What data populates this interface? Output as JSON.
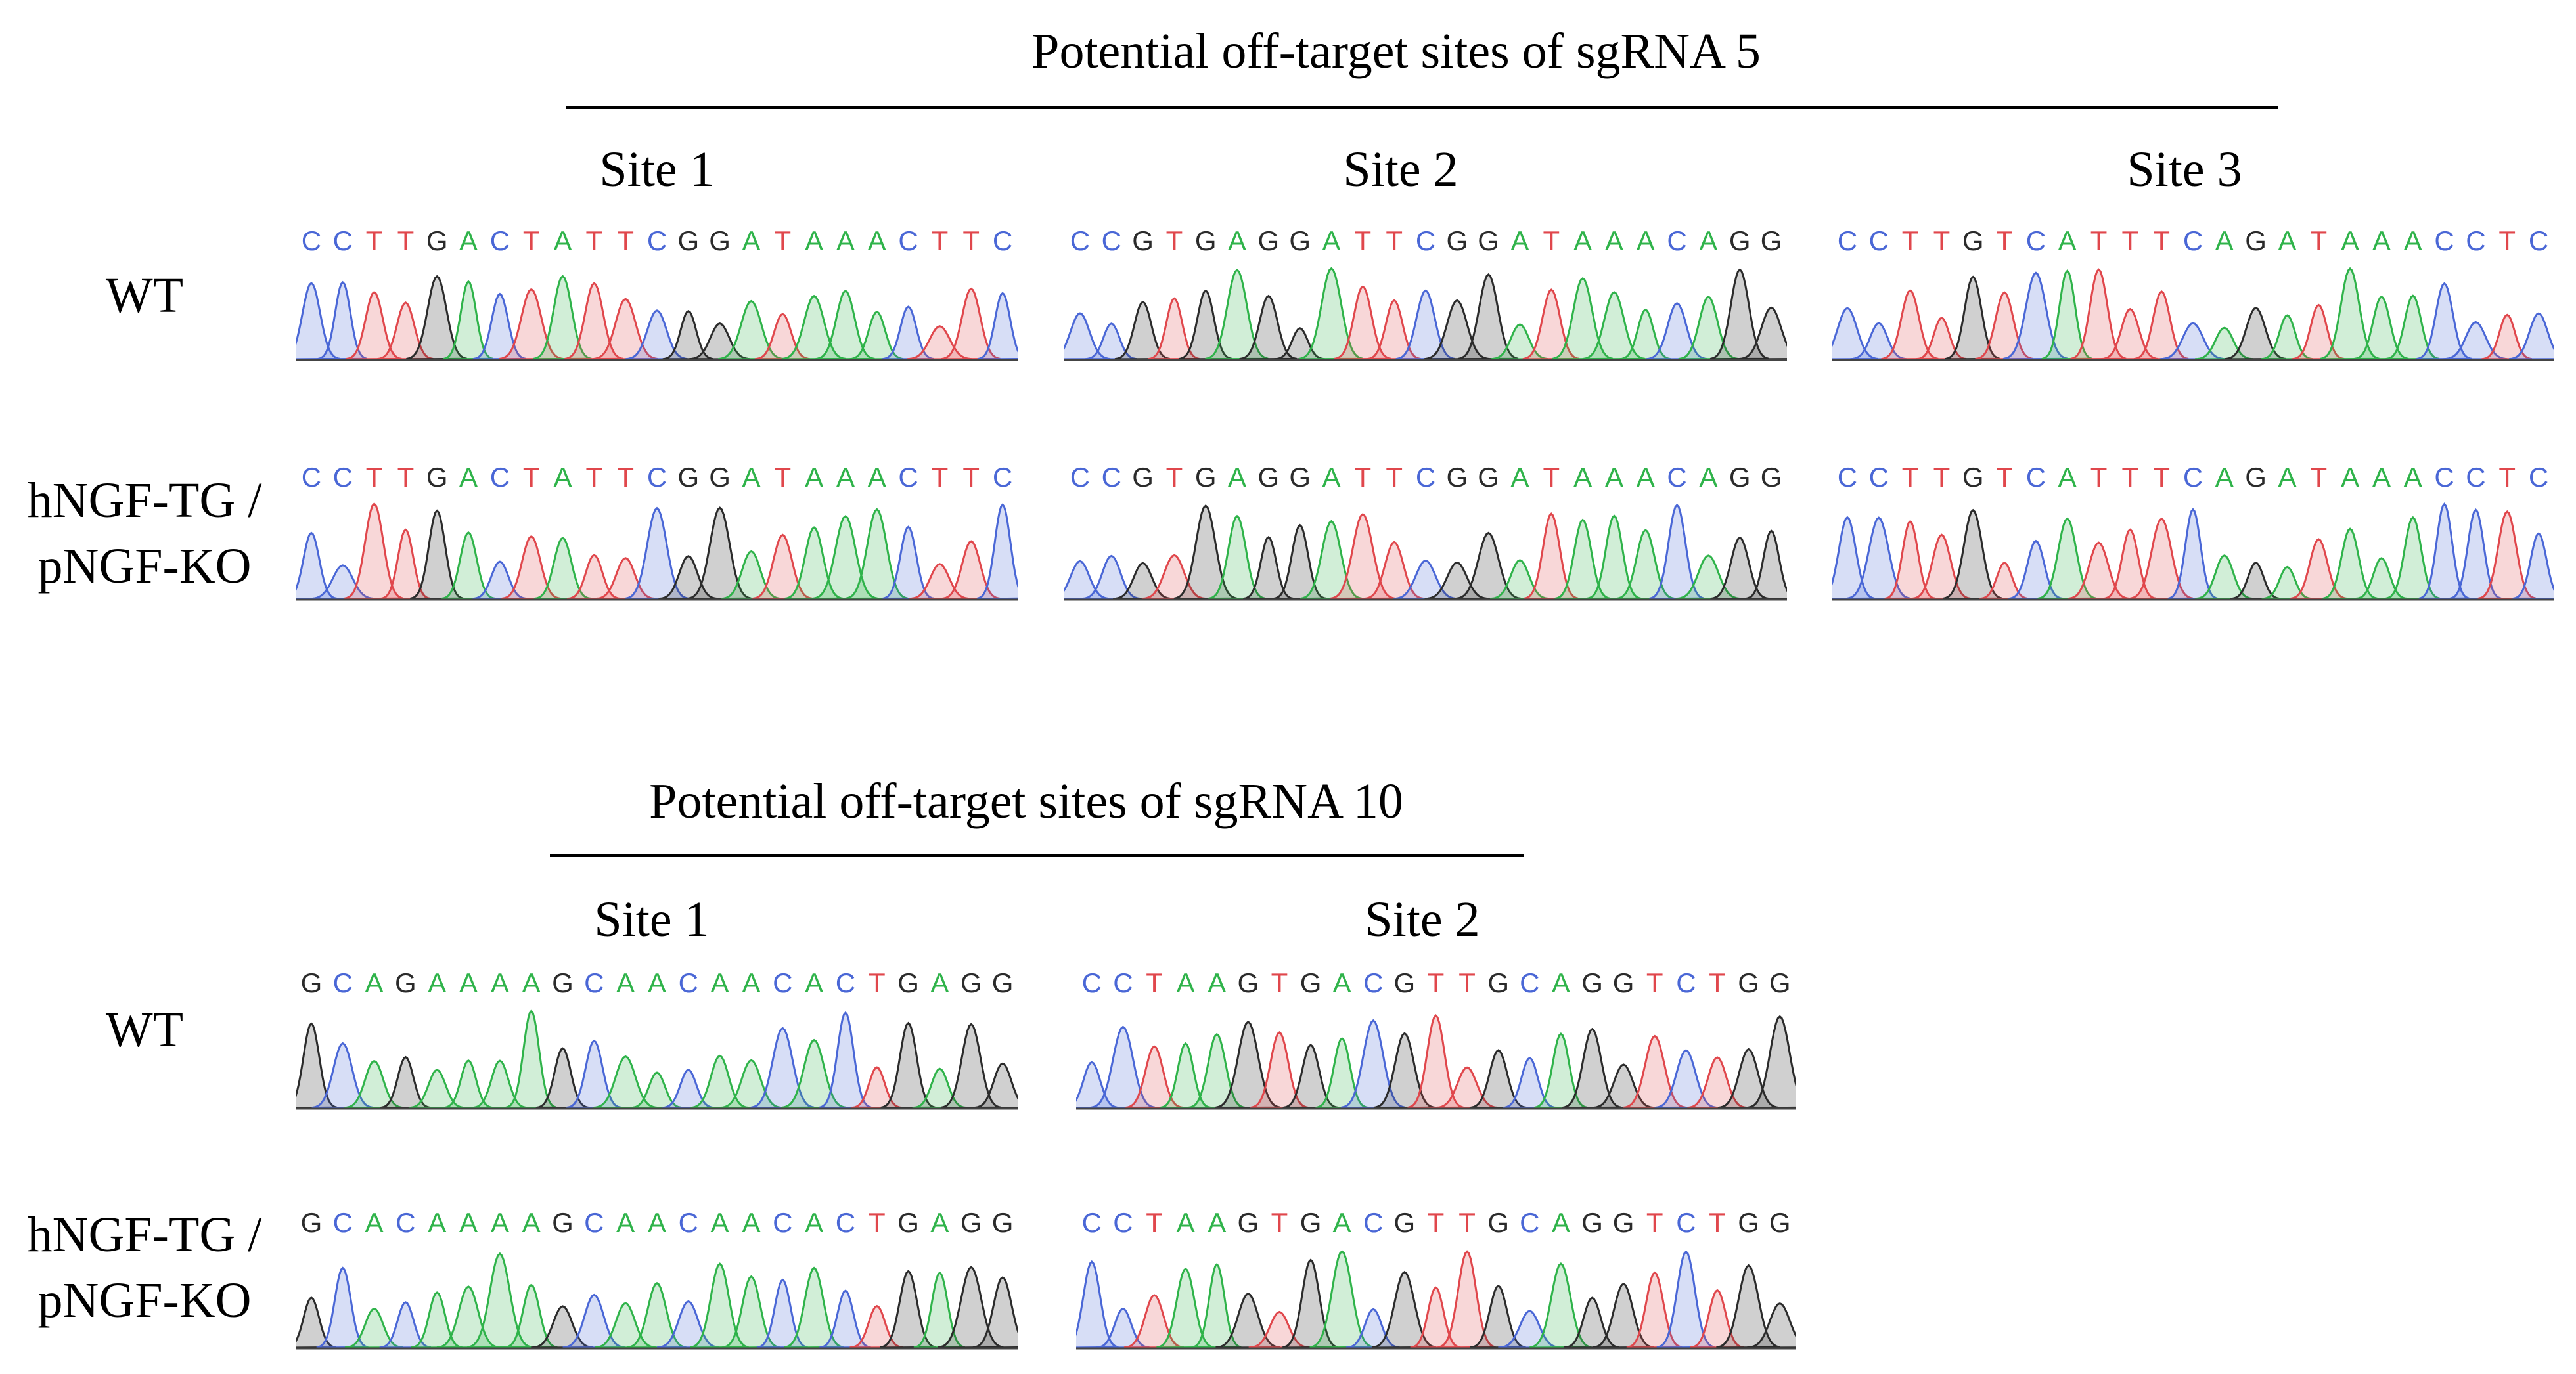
{
  "sections": [
    {
      "title": "Potential off-target sites of sgRNA 5",
      "sites": [
        {
          "label": "Site 1",
          "wt": "CCTTGACTATTCGGATAAACTTC",
          "tg": "CCTTGACTATTCGGATAAACTTC"
        },
        {
          "label": "Site 2",
          "wt": "CCGTGAGGATTCGGATAAACAGG",
          "tg": "CCGTGAGGATTCGGATAAACAGG"
        },
        {
          "label": "Site 3",
          "wt": "CCTTGTCATTTCAGATAAACCTC",
          "tg": "CCTTGTCATTTCAGATAAACCTC"
        }
      ]
    },
    {
      "title": "Potential off-target sites of sgRNA 10",
      "sites": [
        {
          "label": "Site 1",
          "wt": "GCAGAAAAGCAACAACACTGAGG",
          "tg": "GCACAAAAGCAACAACACTGAGG"
        },
        {
          "label": "Site 2",
          "wt": "CCTAAGTGACGTTGCAGGTCTGG",
          "tg": "CCTAAGTGACGTTGCAGGTCTGG"
        }
      ]
    }
  ],
  "row_labels": {
    "wt": "WT",
    "tg_line1": "hNGF-TG /",
    "tg_line2": "pNGF-KO"
  },
  "base_colors": {
    "A": "#2fb34a",
    "C": "#4a67d6",
    "G": "#2b2b2b",
    "T": "#e0474c"
  }
}
